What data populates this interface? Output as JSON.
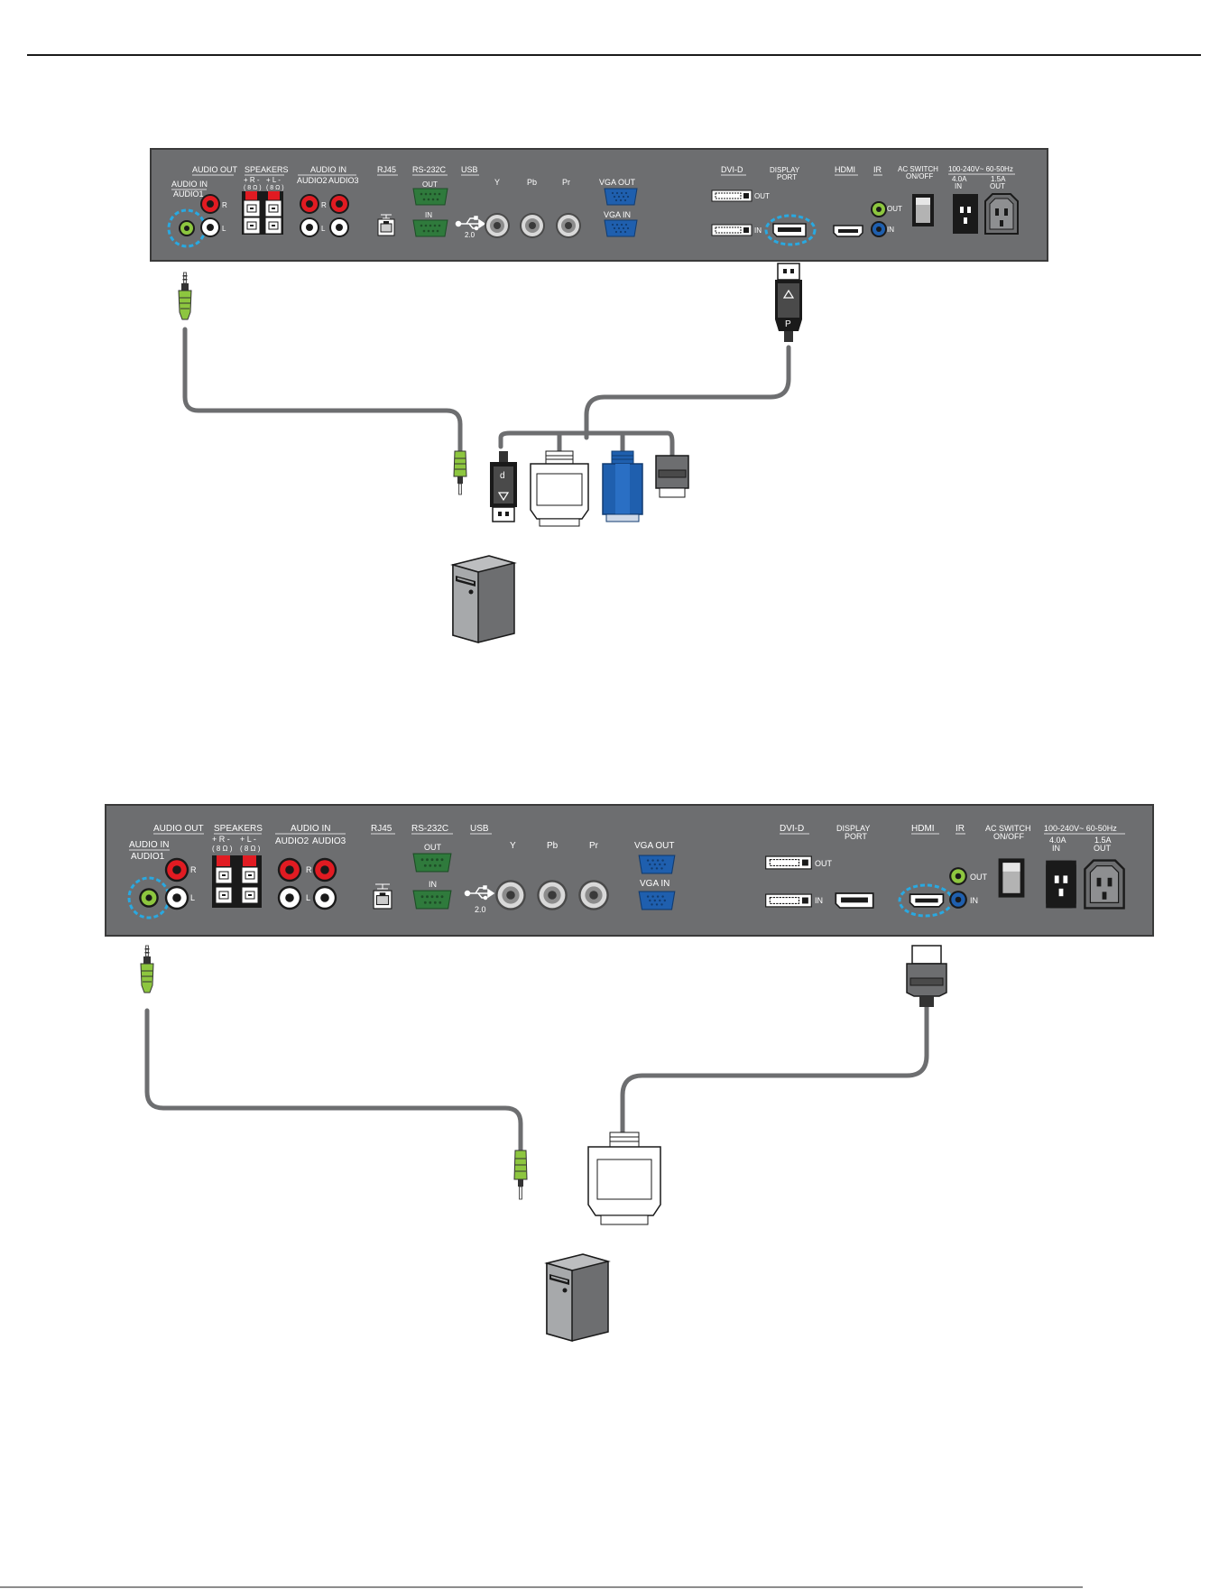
{
  "panel_labels": {
    "audio_out": "AUDIO OUT",
    "audio_in": "AUDIO IN",
    "audio1": "AUDIO1",
    "speakers": "SPEAKERS",
    "speaker_r": "+ R -",
    "speaker_l": "+ L -",
    "ohm": "( 8 Ω )",
    "audio_in_group": "AUDIO IN",
    "audio2": "AUDIO2",
    "audio3": "AUDIO3",
    "rj45": "RJ45",
    "rs232c": "RS-232C",
    "out": "OUT",
    "in": "IN",
    "usb": "USB",
    "usb_ver": "2.0",
    "y": "Y",
    "pb": "Pb",
    "pr": "Pr",
    "vga_out": "VGA OUT",
    "vga_in": "VGA IN",
    "dvi_d": "DVI-D",
    "display": "DISPLAY",
    "port": "PORT",
    "hdmi": "HDMI",
    "ir": "IR",
    "ac_switch": "AC SWITCH",
    "on_off": "ON/OFF",
    "power": "100-240V~ 60-50Hz",
    "amp_in": "4.0A",
    "amp_out": "1.5A",
    "r": "R",
    "l": "L"
  },
  "colors": {
    "panel": "#6d6e70",
    "panel_border": "#3a3a3a",
    "highlight": "#29a9e1",
    "audio_plug": "#8dc63f",
    "rca_red": "#e11b22",
    "rs232": "#2f7a3c",
    "vga": "#1f5fae",
    "cable": "#6d6e70"
  },
  "icons": [
    "audio-jack-icon",
    "rca-jack-icon",
    "speaker-terminal-icon",
    "rj45-port-icon",
    "serial-port-icon",
    "usb-icon",
    "vga-port-icon",
    "dvi-port-icon",
    "displayport-icon",
    "hdmi-port-icon",
    "ir-jack-icon",
    "ac-switch-icon",
    "power-inlet-icon",
    "computer-tower-icon",
    "audio-plug-icon",
    "displayport-plug-icon",
    "dvi-plug-icon",
    "vga-plug-icon",
    "hdmi-plug-icon"
  ]
}
